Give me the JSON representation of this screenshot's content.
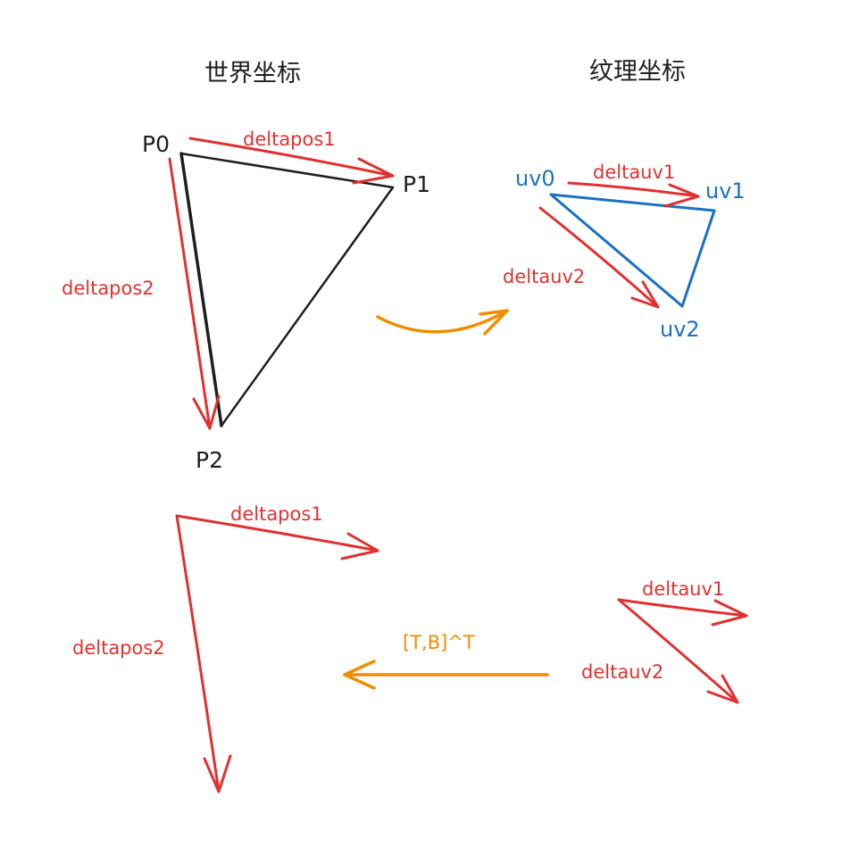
{
  "world": {
    "title": "世界坐标",
    "p0": "P0",
    "p1": "P1",
    "p2": "P2",
    "deltapos1": "deltapos1",
    "deltapos2": "deltapos2"
  },
  "texture": {
    "title": "纹理坐标",
    "uv0": "uv0",
    "uv1": "uv1",
    "uv2": "uv2",
    "deltauv1": "deltauv1",
    "deltauv2": "deltauv2"
  },
  "bottom": {
    "deltapos1": "deltapos1",
    "deltapos2": "deltapos2",
    "deltauv1": "deltauv1",
    "deltauv2": "deltauv2",
    "transform": "[T,B]^T"
  },
  "colors": {
    "black": "#1e1e1e",
    "red": "#e03131",
    "blue": "#1971c2",
    "orange": "#f08c00"
  }
}
